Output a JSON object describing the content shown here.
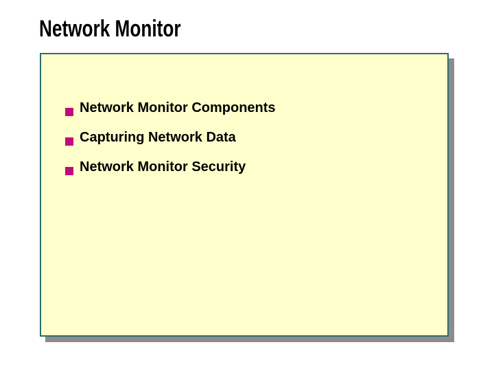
{
  "slide": {
    "title": "Network Monitor",
    "bullets": [
      "Network Monitor Components",
      "Capturing Network Data",
      "Network Monitor Security"
    ],
    "colors": {
      "background": "#ffffff",
      "panel_fill": "#ffffcc",
      "panel_border": "#2e6d6d",
      "panel_shadow": "#8c8c8c",
      "bullet_marker": "#c5077d",
      "title_text": "#000000",
      "bullet_text": "#000000"
    }
  }
}
